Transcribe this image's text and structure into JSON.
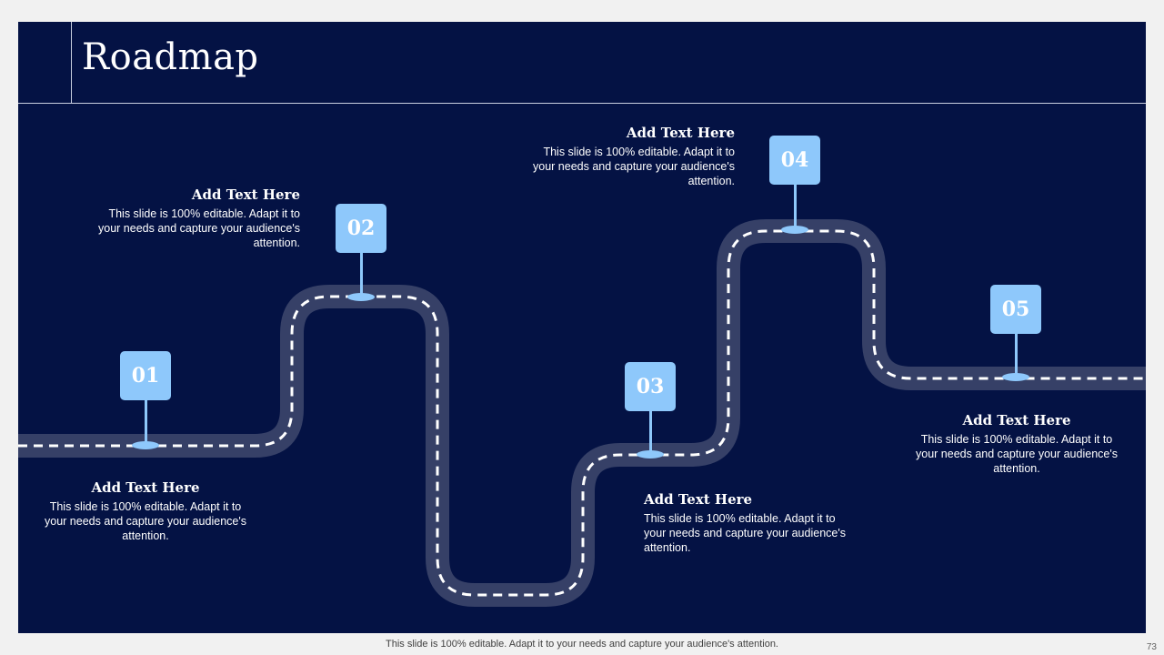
{
  "slide": {
    "title": "Roadmap",
    "milestones": [
      {
        "number": "01",
        "heading": "Add Text Here",
        "body": "This slide is 100% editable. Adapt it to your needs and capture your audience's attention."
      },
      {
        "number": "02",
        "heading": "Add Text Here",
        "body": "This slide is 100% editable. Adapt it to your needs and capture your audience's attention."
      },
      {
        "number": "03",
        "heading": "Add Text Here",
        "body": "This slide is 100% editable. Adapt it to your needs and capture your audience's attention."
      },
      {
        "number": "04",
        "heading": "Add Text Here",
        "body": "This slide is 100% editable. Adapt it to your needs and capture your audience's attention."
      },
      {
        "number": "05",
        "heading": "Add Text Here",
        "body": "This slide is 100% editable. Adapt it to your needs and capture your audience's attention."
      }
    ]
  },
  "footer": {
    "note": "This slide is 100% editable. Adapt it to your needs and capture your audience's attention.",
    "page_number": "73"
  },
  "colors": {
    "background": "#041244",
    "road": "#364067",
    "marker": "#8ec8fb",
    "dash": "#ffffff"
  }
}
